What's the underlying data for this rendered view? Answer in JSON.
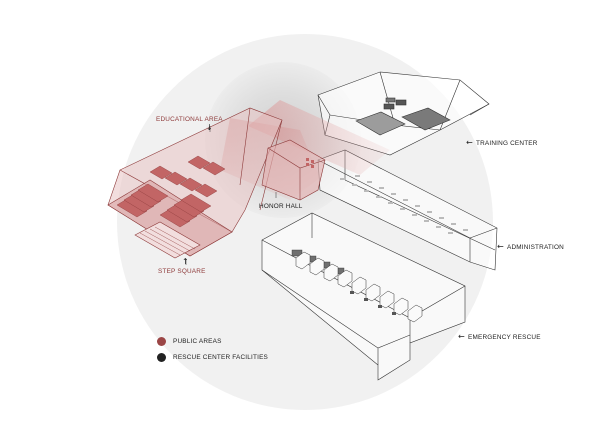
{
  "labels": {
    "educational_area": "EDUCATIONAL AREA",
    "honor_hall": "HONOR HALL",
    "step_square": "STEP SQUARE",
    "training_center": "TRAINING CENTER",
    "administration": "ADMINISTRATION",
    "emergency_rescue": "EMERGENCY RESCUE"
  },
  "legend": [
    {
      "label": "PUBLIC AREAS",
      "color": "#9b4646"
    },
    {
      "label": "RESCUE CENTER FACILITIES",
      "color": "#222222"
    }
  ],
  "colors": {
    "public": "#c47b7b",
    "public_dark": "#9b4646",
    "facility": "#222222",
    "circle": "#f0f0f0",
    "circle_inner": "#e2e2e2"
  }
}
